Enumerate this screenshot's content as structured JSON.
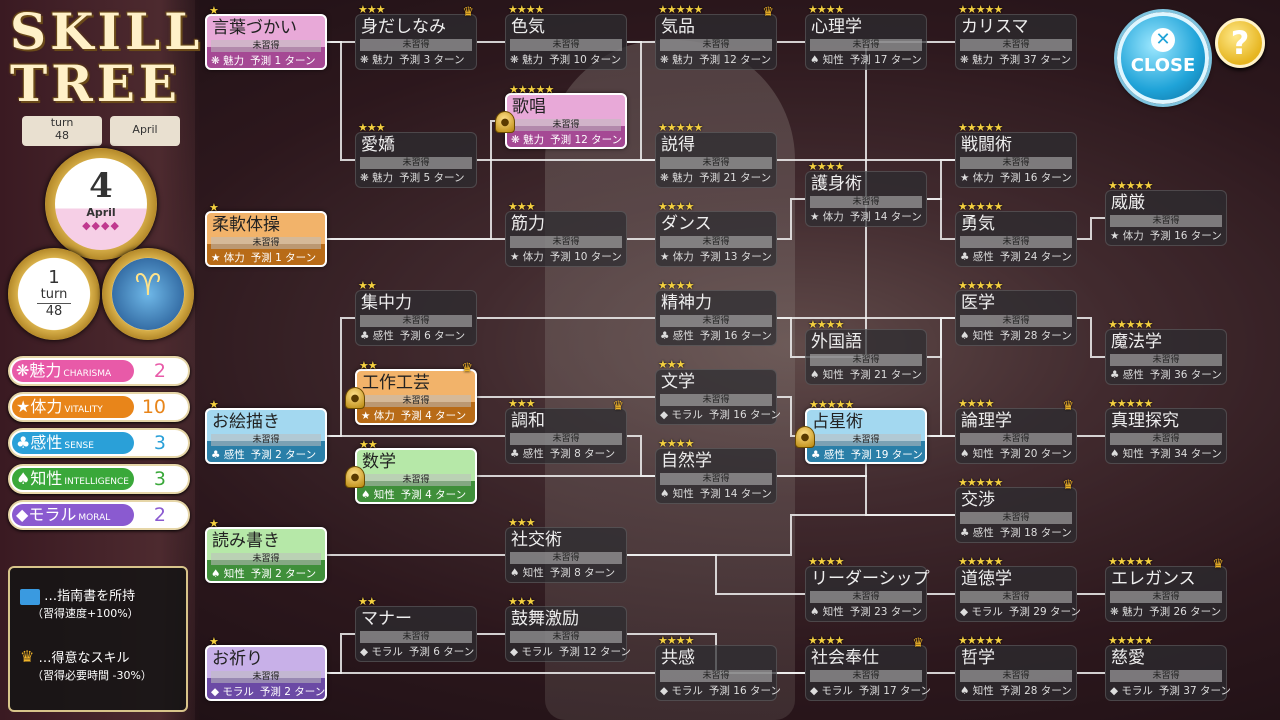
{
  "title": {
    "line1": "SKILL",
    "line2": "TREE"
  },
  "mini": {
    "turn_label": "turn",
    "turn_value": "48",
    "month": "April"
  },
  "date": {
    "day": "4",
    "month": "April",
    "diamonds": "◆◆◆◆"
  },
  "turn": {
    "label": "turn",
    "current": "1",
    "total": "48"
  },
  "zodiac": {
    "icon": "aries-icon",
    "glyph": "♈"
  },
  "stats": [
    {
      "key": "charisma",
      "icon": "❋",
      "jp": "魅力",
      "en": "CHARISMA",
      "value": "2",
      "color": "#e85aa8"
    },
    {
      "key": "vitality",
      "icon": "★",
      "jp": "体力",
      "en": "VITALITY",
      "value": "10",
      "color": "#e8851a"
    },
    {
      "key": "sense",
      "icon": "♣",
      "jp": "感性",
      "en": "SENSE",
      "value": "3",
      "color": "#2aa0d8"
    },
    {
      "key": "intelligence",
      "icon": "♠",
      "jp": "知性",
      "en": "INTELLIGENCE",
      "value": "3",
      "color": "#3aa83a"
    },
    {
      "key": "moral",
      "icon": "◆",
      "jp": "モラル",
      "en": "MORAL",
      "value": "2",
      "color": "#8a5ad0"
    }
  ],
  "legend": {
    "book_text": "…指南書を所持",
    "book_sub": "（習得速度+100%）",
    "crown_text": "…得意なスキル",
    "crown_sub": "（習得必要時間 -30%）"
  },
  "buttons": {
    "close": "CLOSE",
    "help": "?"
  },
  "nodes": [
    {
      "id": "kotoba",
      "name": "言葉づかい",
      "stars": "★",
      "status": "未習得",
      "stat": "❋ 魅力",
      "pred": "予測 1 ターン",
      "learned": true,
      "color": "pink"
    },
    {
      "id": "midashinami",
      "name": "身だしなみ",
      "stars": "★★★",
      "status": "未習得",
      "stat": "❋ 魅力",
      "pred": "予測 3 ターン",
      "crown": true
    },
    {
      "id": "aikyo",
      "name": "愛嬌",
      "stars": "★★★",
      "status": "未習得",
      "stat": "❋ 魅力",
      "pred": "予測 5 ターン"
    },
    {
      "id": "iroke",
      "name": "色気",
      "stars": "★★★★",
      "status": "未習得",
      "stat": "❋ 魅力",
      "pred": "予測 10 ターン"
    },
    {
      "id": "kasho",
      "name": "歌唱",
      "stars": "★★★★★",
      "status": "未習得",
      "stat": "❋ 魅力",
      "pred": "予測 12 ターン",
      "learned": true,
      "color": "pink",
      "lock": true
    },
    {
      "id": "kihin",
      "name": "気品",
      "stars": "★★★★★",
      "status": "未習得",
      "stat": "❋ 魅力",
      "pred": "予測 12 ターン",
      "crown": true
    },
    {
      "id": "settoku",
      "name": "説得",
      "stars": "★★★★★",
      "status": "未習得",
      "stat": "❋ 魅力",
      "pred": "予測 21 ターン"
    },
    {
      "id": "shinrigaku",
      "name": "心理学",
      "stars": "★★★★",
      "status": "未習得",
      "stat": "♠ 知性",
      "pred": "予測 17 ターン"
    },
    {
      "id": "karisuma",
      "name": "カリスマ",
      "stars": "★★★★★",
      "status": "未習得",
      "stat": "❋ 魅力",
      "pred": "予測 37 ターン"
    },
    {
      "id": "junan",
      "name": "柔軟体操",
      "stars": "★",
      "status": "未習得",
      "stat": "★ 体力",
      "pred": "予測 1 ターン",
      "learned": true,
      "color": "orange"
    },
    {
      "id": "kinryoku",
      "name": "筋力",
      "stars": "★★★",
      "status": "未習得",
      "stat": "★ 体力",
      "pred": "予測 10 ターン"
    },
    {
      "id": "dance",
      "name": "ダンス",
      "stars": "★★★★",
      "status": "未習得",
      "stat": "★ 体力",
      "pred": "予測 13 ターン"
    },
    {
      "id": "goshin",
      "name": "護身術",
      "stars": "★★★★",
      "status": "未習得",
      "stat": "★ 体力",
      "pred": "予測 14 ターン"
    },
    {
      "id": "sentou",
      "name": "戦闘術",
      "stars": "★★★★★",
      "status": "未習得",
      "stat": "★ 体力",
      "pred": "予測 16 ターン"
    },
    {
      "id": "yuuki",
      "name": "勇気",
      "stars": "★★★★★",
      "status": "未習得",
      "stat": "♣ 感性",
      "pred": "予測 24 ターン"
    },
    {
      "id": "igen",
      "name": "威厳",
      "stars": "★★★★★",
      "status": "未習得",
      "stat": "★ 体力",
      "pred": "予測 16 ターン"
    },
    {
      "id": "shuchu",
      "name": "集中力",
      "stars": "★★",
      "status": "未習得",
      "stat": "♣ 感性",
      "pred": "予測 6 ターン"
    },
    {
      "id": "seishin",
      "name": "精神力",
      "stars": "★★★★",
      "status": "未習得",
      "stat": "♣ 感性",
      "pred": "予測 16 ターン"
    },
    {
      "id": "igaku",
      "name": "医学",
      "stars": "★★★★★",
      "status": "未習得",
      "stat": "♠ 知性",
      "pred": "予測 28 ターン"
    },
    {
      "id": "gaikokugo",
      "name": "外国語",
      "stars": "★★★★",
      "status": "未習得",
      "stat": "♠ 知性",
      "pred": "予測 21 ターン"
    },
    {
      "id": "mahougaku",
      "name": "魔法学",
      "stars": "★★★★★",
      "status": "未習得",
      "stat": "♣ 感性",
      "pred": "予測 36 ターン"
    },
    {
      "id": "kosaku",
      "name": "工作工芸",
      "stars": "★★",
      "status": "未習得",
      "stat": "★ 体力",
      "pred": "予測 4 ターン",
      "learned": true,
      "color": "orange",
      "lock": true,
      "crown": true
    },
    {
      "id": "bungaku",
      "name": "文学",
      "stars": "★★★",
      "status": "未習得",
      "stat": "◆ モラル",
      "pred": "予測 16 ターン"
    },
    {
      "id": "oekaki",
      "name": "お絵描き",
      "stars": "★",
      "status": "未習得",
      "stat": "♣ 感性",
      "pred": "予測 2 ターン",
      "learned": true,
      "color": "blue"
    },
    {
      "id": "chowa",
      "name": "調和",
      "stars": "★★★",
      "status": "未習得",
      "stat": "♣ 感性",
      "pred": "予測 8 ターン",
      "crown": true
    },
    {
      "id": "senseijutsu",
      "name": "占星術",
      "stars": "★★★★★",
      "status": "未習得",
      "stat": "♣ 感性",
      "pred": "予測 19 ターン",
      "learned": true,
      "color": "blue",
      "lock": true
    },
    {
      "id": "ronri",
      "name": "論理学",
      "stars": "★★★★",
      "status": "未習得",
      "stat": "♠ 知性",
      "pred": "予測 20 ターン",
      "crown": true
    },
    {
      "id": "shinri",
      "name": "真理探究",
      "stars": "★★★★★",
      "status": "未習得",
      "stat": "♠ 知性",
      "pred": "予測 34 ターン"
    },
    {
      "id": "sugaku",
      "name": "数学",
      "stars": "★★",
      "status": "未習得",
      "stat": "♠ 知性",
      "pred": "予測 4 ターン",
      "learned": true,
      "color": "green",
      "lock": true
    },
    {
      "id": "shizen",
      "name": "自然学",
      "stars": "★★★★",
      "status": "未習得",
      "stat": "♠ 知性",
      "pred": "予測 14 ターン"
    },
    {
      "id": "kosho",
      "name": "交渉",
      "stars": "★★★★★",
      "status": "未習得",
      "stat": "♣ 感性",
      "pred": "予測 18 ターン",
      "crown": true
    },
    {
      "id": "yomikaki",
      "name": "読み書き",
      "stars": "★",
      "status": "未習得",
      "stat": "♠ 知性",
      "pred": "予測 2 ターン",
      "learned": true,
      "color": "green"
    },
    {
      "id": "shakou",
      "name": "社交術",
      "stars": "★★★",
      "status": "未習得",
      "stat": "♠ 知性",
      "pred": "予測 8 ターン"
    },
    {
      "id": "leader",
      "name": "リーダーシップ",
      "stars": "★★★★",
      "status": "未習得",
      "stat": "♠ 知性",
      "pred": "予測 23 ターン"
    },
    {
      "id": "dotoku",
      "name": "道徳学",
      "stars": "★★★★★",
      "status": "未習得",
      "stat": "◆ モラル",
      "pred": "予測 29 ターン"
    },
    {
      "id": "elegance",
      "name": "エレガンス",
      "stars": "★★★★★",
      "status": "未習得",
      "stat": "❋ 魅力",
      "pred": "予測 26 ターン",
      "crown": true
    },
    {
      "id": "manner",
      "name": "マナー",
      "stars": "★★",
      "status": "未習得",
      "stat": "◆ モラル",
      "pred": "予測 6 ターン"
    },
    {
      "id": "kobu",
      "name": "鼓舞激励",
      "stars": "★★★",
      "status": "未習得",
      "stat": "◆ モラル",
      "pred": "予測 12 ターン"
    },
    {
      "id": "oinori",
      "name": "お祈り",
      "stars": "★",
      "status": "未習得",
      "stat": "◆ モラル",
      "pred": "予測 2 ターン",
      "learned": true,
      "color": "purple"
    },
    {
      "id": "kyokan",
      "name": "共感",
      "stars": "★★★★",
      "status": "未習得",
      "stat": "◆ モラル",
      "pred": "予測 16 ターン"
    },
    {
      "id": "shakaihoshi",
      "name": "社会奉仕",
      "stars": "★★★★",
      "status": "未習得",
      "stat": "◆ モラル",
      "pred": "予測 17 ターン",
      "crown": true
    },
    {
      "id": "tetsugaku",
      "name": "哲学",
      "stars": "★★★★★",
      "status": "未習得",
      "stat": "♠ 知性",
      "pred": "予測 28 ターン"
    },
    {
      "id": "jiai",
      "name": "慈愛",
      "stars": "★★★★★",
      "status": "未習得",
      "stat": "◆ モラル",
      "pred": "予測 37 ターン"
    }
  ]
}
